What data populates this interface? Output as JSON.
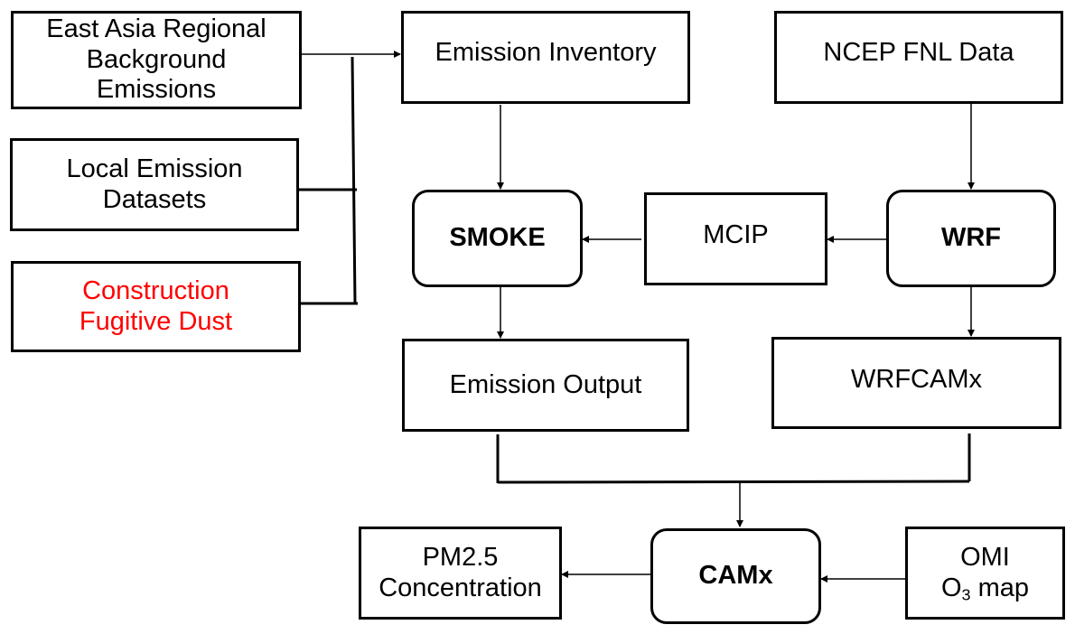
{
  "diagram": {
    "type": "flowchart",
    "nodes": {
      "east_asia": {
        "lines": [
          "East Asia Regional",
          "Background",
          "Emissions"
        ],
        "color": "#000000",
        "shape": "rectangle"
      },
      "local": {
        "lines": [
          "Local Emission",
          "Datasets"
        ],
        "color": "#000000",
        "shape": "rectangle"
      },
      "construction": {
        "lines": [
          "Construction",
          "Fugitive Dust"
        ],
        "color": "#ff0000",
        "shape": "rectangle"
      },
      "emission_inventory": {
        "label": "Emission Inventory",
        "shape": "rectangle"
      },
      "ncep": {
        "label": "NCEP FNL Data",
        "shape": "rectangle"
      },
      "smoke": {
        "label": "SMOKE",
        "shape": "rounded",
        "bold": true
      },
      "mcip": {
        "label": "MCIP",
        "shape": "rectangle"
      },
      "wrf": {
        "label": "WRF",
        "shape": "rounded",
        "bold": true
      },
      "emission_output": {
        "label": "Emission Output",
        "shape": "rectangle"
      },
      "wrfcamx": {
        "label": "WRFCAMx",
        "shape": "rectangle"
      },
      "pm25": {
        "lines": [
          "PM2.5",
          "Concentration"
        ],
        "shape": "rectangle"
      },
      "camx": {
        "label": "CAMx",
        "shape": "rounded",
        "bold": true
      },
      "omi": {
        "line1": "OMI",
        "line2_main": "O",
        "line2_sub": "3",
        "line2_rest": " map",
        "shape": "rectangle"
      }
    },
    "edges": [
      {
        "from": "east_asia",
        "to": "emission_inventory",
        "kind": "arrow"
      },
      {
        "from": "local",
        "to": "emission_inventory",
        "kind": "bus"
      },
      {
        "from": "construction",
        "to": "emission_inventory",
        "kind": "bus"
      },
      {
        "from": "emission_inventory",
        "to": "smoke",
        "kind": "arrow"
      },
      {
        "from": "ncep",
        "to": "wrf",
        "kind": "arrow"
      },
      {
        "from": "wrf",
        "to": "mcip",
        "kind": "arrow"
      },
      {
        "from": "mcip",
        "to": "smoke",
        "kind": "arrow"
      },
      {
        "from": "smoke",
        "to": "emission_output",
        "kind": "arrow"
      },
      {
        "from": "wrf",
        "to": "wrfcamx",
        "kind": "arrow"
      },
      {
        "from": "emission_output",
        "to": "camx",
        "kind": "merge"
      },
      {
        "from": "wrfcamx",
        "to": "camx",
        "kind": "merge"
      },
      {
        "from": "omi",
        "to": "camx",
        "kind": "arrow"
      },
      {
        "from": "camx",
        "to": "pm25",
        "kind": "arrow"
      }
    ]
  }
}
